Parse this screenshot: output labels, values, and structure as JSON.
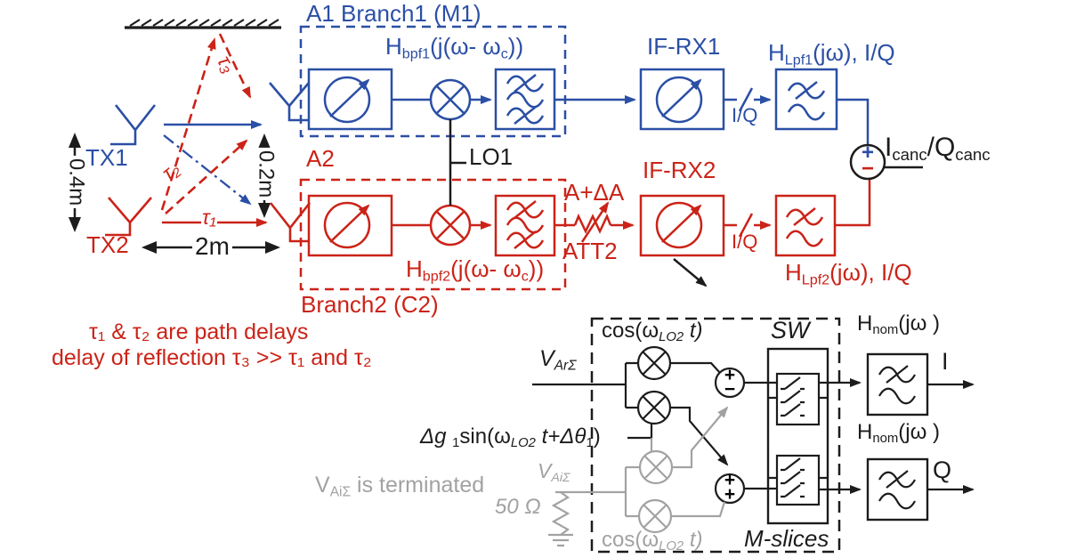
{
  "colors": {
    "blue": "#2b4fa5",
    "red": "#cb2318",
    "gray": "#a2a2a2",
    "black": "#1c1c1c"
  },
  "scene": {
    "tx1": "TX1",
    "tx2": "TX2",
    "dim_vertical_left": "0.4m",
    "dim_vertical_right": "0.2m",
    "dim_horizontal": "2m",
    "tau1": "τ₁",
    "tau2": "τ₂",
    "tau3": "τ₃"
  },
  "branch1": {
    "title": "A1 Branch1 (M1)",
    "hbpf": {
      "h": "H",
      "sub": "bpf1",
      "mid": "(j(ω- ω",
      "sub2": "c",
      "end": "))"
    },
    "ifrx": "IF-RX1",
    "iq": "I/Q",
    "hlpf": {
      "h": "H",
      "sub": "Lpf1",
      "end": "(jω), I/Q"
    }
  },
  "branch2": {
    "a2": "A2",
    "title": "Branch2 (C2)",
    "lo": "LO1",
    "hbpf": {
      "h": "H",
      "sub": "bpf2",
      "mid": "(j(ω- ω",
      "sub2": "c",
      "end": "))"
    },
    "gain": "A+ΔA",
    "att": "ATT2",
    "ifrx": "IF-RX2",
    "iq": "I/Q",
    "hlpf": {
      "h": "H",
      "sub": "Lpf2",
      "end": "(jω), I/Q"
    }
  },
  "summer": {
    "plus": "+",
    "minus": "−",
    "out": {
      "i": "I",
      "isub": "canc",
      "mid": "/Q",
      "qsub": "canc"
    }
  },
  "notes": {
    "line1": "τ₁ & τ₂ are path delays",
    "line2": "delay of reflection τ₃ >>  τ₁ and τ₂"
  },
  "detail": {
    "cos_top": {
      "p1": "cos(ω",
      "sub": "LO2",
      "p2": " t)"
    },
    "cos_bot": {
      "p1": "cos(ω",
      "sub": "LO2",
      "p2": " t)"
    },
    "v_ar": {
      "v": "V",
      "sub": "ArΣ"
    },
    "v_ai": {
      "v": "V",
      "sub": "AiΣ"
    },
    "dg": {
      "p1": "Δg ",
      "s1": "1",
      "p2": "sin(ω",
      "s2": "LO2",
      "p3": " t+Δθ",
      "s3": "1",
      "p4": ")"
    },
    "terminated": {
      "v": "V",
      "sub": "AiΣ",
      "rest": " is terminated"
    },
    "fifty_ohm": "50 Ω",
    "sw": "SW",
    "mslices": "M-slices",
    "hnom1": {
      "h": "H",
      "sub": "nom",
      "end": "(jω )"
    },
    "hnom2": {
      "h": "H",
      "sub": "nom",
      "end": "(jω )"
    },
    "out_i": "I",
    "out_q": "Q",
    "s1_plus": "+",
    "s1_minus": "−",
    "s2_plus_top": "+",
    "s2_plus_bot": "+"
  }
}
